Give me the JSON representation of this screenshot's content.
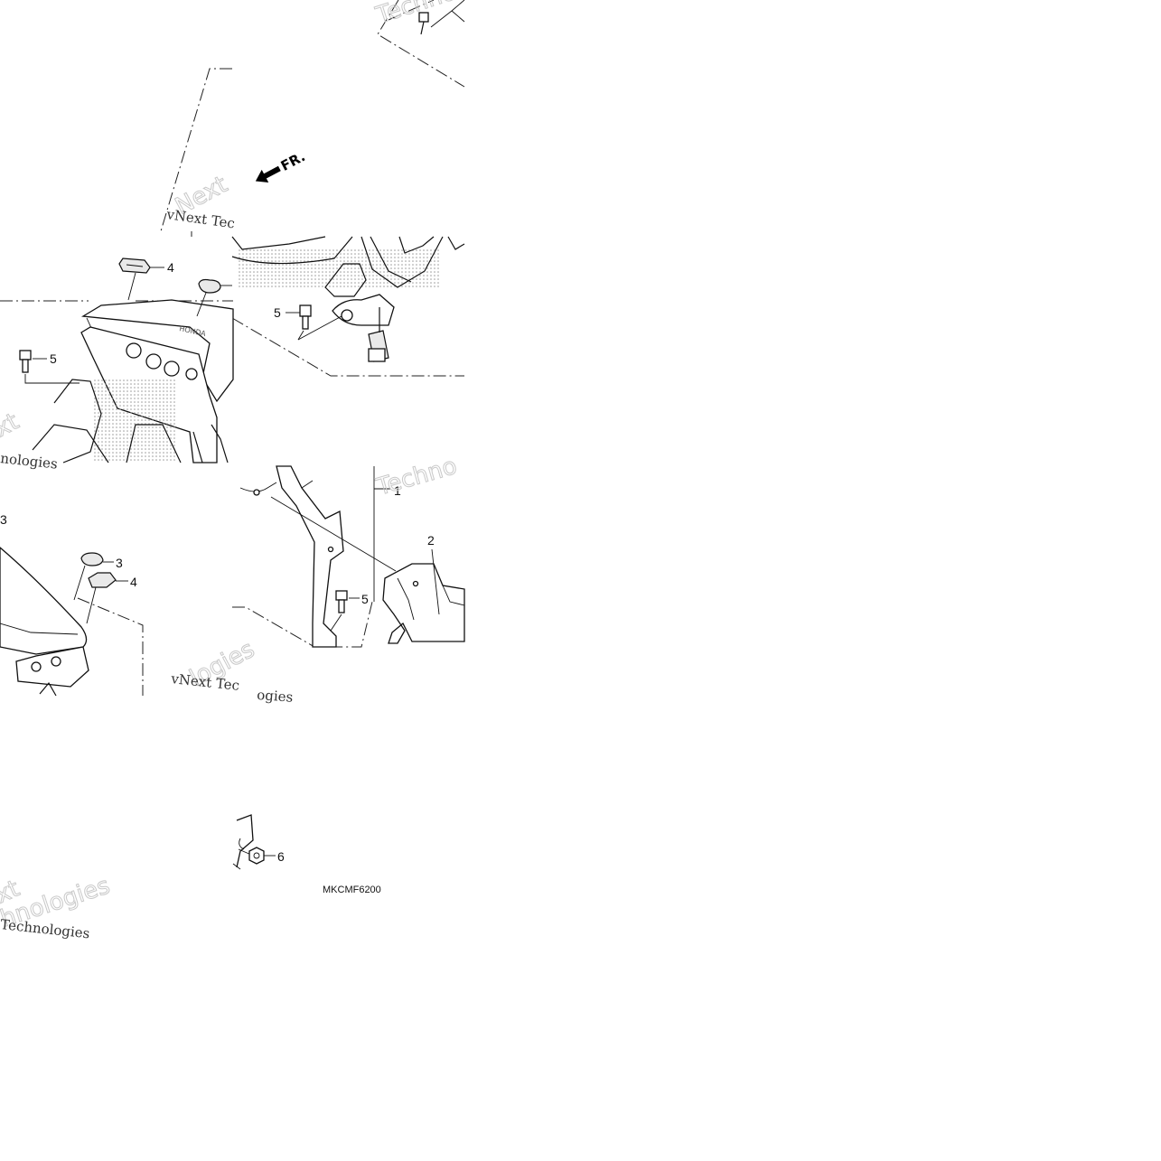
{
  "diagram": {
    "callouts": {
      "c1": "1",
      "c2": "2",
      "c3a": "3",
      "c3b": "3",
      "c4a": "4",
      "c4b": "4",
      "c5a": "5",
      "c5b": "5",
      "c5c": "5",
      "c6": "6"
    },
    "direction_label": "FR.",
    "diagram_code": "MKCMF6200",
    "watermarks": {
      "brand_1": "vNext Tec",
      "brand_2": "vNext Tec",
      "technologies_1": "Technologies",
      "technologies_2": "hnologies",
      "technologies_3": "nologies",
      "ghost_next": "Next",
      "ghost_techno_1": "Techno",
      "ghost_techno_2": "Techno",
      "ghost_logies": "logies",
      "ghost_xt": "xt",
      "fragment_ogies": "ogies"
    }
  }
}
